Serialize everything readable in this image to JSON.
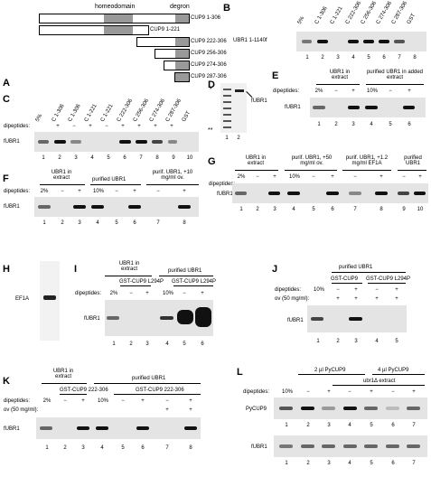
{
  "panel_letters": {
    "A": "A",
    "B": "B",
    "C": "C",
    "D": "D",
    "E": "E",
    "F": "F",
    "G": "G",
    "H": "H",
    "I": "I",
    "J": "J",
    "K": "K",
    "L": "L"
  },
  "panelA": {
    "header_left": "homeodomain",
    "header_right": "degron",
    "constructs": [
      "CUP9 1-306",
      "CUP9 1-221",
      "CUP9 222-306",
      "CUP9 256-306",
      "CUP9 274-306",
      "CUP9 287-306"
    ]
  },
  "panelB": {
    "lanes": [
      "5%",
      "C 1-306",
      "C 1-221",
      "C 222-306",
      "C 256-306",
      "C 274-306",
      "C 287-306",
      "GST"
    ],
    "row_label": "UBR1 1-1140f",
    "numbers": [
      "1",
      "2",
      "3",
      "4",
      "5",
      "6",
      "7",
      "8"
    ]
  },
  "panelC": {
    "lanes": [
      "5%",
      "C 1-306",
      "C 1-306",
      "C 1-221",
      "C 1-221",
      "C 222-306",
      "C 256-306",
      "C 274-306",
      "C 287-306",
      "GST"
    ],
    "dipeptides_label": "dipeptides:",
    "dipeptides": [
      "",
      "+",
      "−",
      "+",
      "−",
      "+",
      "+",
      "+",
      "+",
      ""
    ],
    "row_label": "fUBR1",
    "numbers": [
      "1",
      "2",
      "3",
      "4",
      "5",
      "6",
      "7",
      "8",
      "9",
      "10"
    ]
  },
  "panelD": {
    "star1": "*",
    "star2": "**",
    "row_label": "fUBR1",
    "numbers": [
      "1",
      "2"
    ]
  },
  "panelE": {
    "group1": "UBR1 in extract",
    "group2": "purified UBR1 in added extract",
    "dipeptides_label": "dipeptides:",
    "lanes": [
      "2%",
      "−",
      "+",
      "10%",
      "−",
      "+"
    ],
    "row_label": "fUBR1",
    "numbers": [
      "1",
      "2",
      "3",
      "4",
      "5",
      "6"
    ]
  },
  "panelF": {
    "group1": "UBR1 in extract",
    "group2": "purified UBR1",
    "group3": "purif. UBR1, +10 mg/ml ov.",
    "dipeptides_label": "dipeptides:",
    "lanes": [
      "2%",
      "−",
      "+",
      "10%",
      "−",
      "+",
      "−",
      "+"
    ],
    "row_label": "fUBR1",
    "numbers": [
      "1",
      "2",
      "3",
      "4",
      "5",
      "6",
      "7",
      "8"
    ]
  },
  "panelG": {
    "group1": "UBR1 in extract",
    "group2": "purif. UBR1, +50 mg/ml ov.",
    "group3": "purif. UBR1, +1.2 mg/ml EF1A",
    "group4": "purified UBR1",
    "dipeptides_label": "dipeptides:",
    "lanes": [
      "2%",
      "−",
      "+",
      "10%",
      "−",
      "+",
      "−",
      "+",
      "−",
      "+"
    ],
    "row_label": "fUBR1",
    "numbers": [
      "1",
      "2",
      "3",
      "4",
      "5",
      "6",
      "7",
      "8",
      "9",
      "10"
    ]
  },
  "panelH": {
    "label": "EF1A"
  },
  "panelI": {
    "group1": "UBR1 in extract",
    "group2": "purified UBR1",
    "sub1": "GST-CUP9 L294P",
    "sub2": "GST-CUP9 L294P",
    "dipeptides_label": "dipeptides:",
    "lanes": [
      "2%",
      "−",
      "+",
      "10%",
      "−",
      "+"
    ],
    "row_label": "fUBR1",
    "numbers": [
      "1",
      "2",
      "3",
      "4",
      "5",
      "6"
    ]
  },
  "panelJ": {
    "group": "purified UBR1",
    "sub1": "GST-CUP9",
    "sub2": "GST-CUP9 L294P",
    "dipeptides_label": "dipeptides:",
    "ov_label": "ov (50 mg/ml):",
    "lanes": [
      "10%",
      "−",
      "+",
      "−",
      "+"
    ],
    "ov": [
      "",
      "+",
      "+",
      "+",
      "+"
    ],
    "row_label": "fUBR1",
    "numbers": [
      "1",
      "2",
      "3",
      "4",
      "5"
    ]
  },
  "panelK": {
    "group1": "UBR1 in extract",
    "group2": "purified UBR1",
    "sub1": "GST-CUP9 222-306",
    "sub2": "GST-CUP9 222-306",
    "dipeptides_label": "dipeptides:",
    "ov_label": "ov (50 mg/ml):",
    "lanes": [
      "2%",
      "−",
      "+",
      "10%",
      "−",
      "+",
      "−",
      "+"
    ],
    "ov": [
      "",
      "",
      "",
      "",
      "",
      "",
      "+",
      "+"
    ],
    "row_label": "fUBR1",
    "numbers": [
      "1",
      "2",
      "3",
      "4",
      "5",
      "6",
      "7",
      "8"
    ]
  },
  "panelL": {
    "group1": "2 µl PyCUP9",
    "group2": "4 µl PyCUP9",
    "sub": "ubr1Δ extract",
    "dipeptides_label": "dipeptides:",
    "lanes": [
      "10%",
      "−",
      "+",
      "−",
      "+",
      "−",
      "+"
    ],
    "row1_label": "PyCUP9",
    "row2_label": "fUBR1",
    "numbers": [
      "1",
      "2",
      "3",
      "4",
      "5",
      "6",
      "7"
    ]
  }
}
